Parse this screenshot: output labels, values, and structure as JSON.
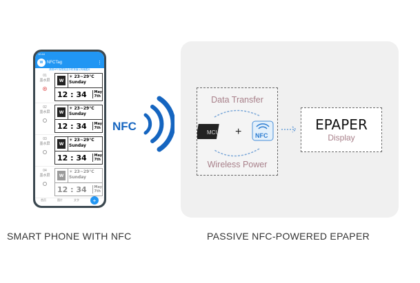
{
  "phone": {
    "status": "10:44",
    "app_title": "NFCTag",
    "menu": "⋮",
    "notice": "请将NFC标签贴近手机背面以传输图片",
    "logo": "W",
    "rows": [
      {
        "label": "01",
        "sub": "墨水屏",
        "selected": true,
        "faded": false
      },
      {
        "label": "02",
        "sub": "墨水屏",
        "selected": false,
        "faded": false
      },
      {
        "label": "03",
        "sub": "墨水屏",
        "selected": false,
        "faded": false
      },
      {
        "label": "04",
        "sub": "墨水屏",
        "selected": false,
        "faded": true
      }
    ],
    "card": {
      "weather": "☀ 23~29°C",
      "day": "Sunday",
      "time": "12 : 34",
      "date_month": "May",
      "date_day": "7th"
    },
    "nav": [
      "首页",
      "图片",
      "文字"
    ],
    "fab": "+"
  },
  "nfc_label": "NFC",
  "diagram": {
    "data_transfer": "Data Transfer",
    "wireless_power": "Wireless Power",
    "mcu": "MCU",
    "plus": "+",
    "nfc_chip": "NFC",
    "epaper": "EPAPER",
    "display": "Display"
  },
  "captions": {
    "left": "SMART PHONE WITH NFC",
    "right": "PASSIVE NFC-POWERED EPAPER"
  },
  "colors": {
    "accent": "#2196f3",
    "label": "#a8808a"
  }
}
